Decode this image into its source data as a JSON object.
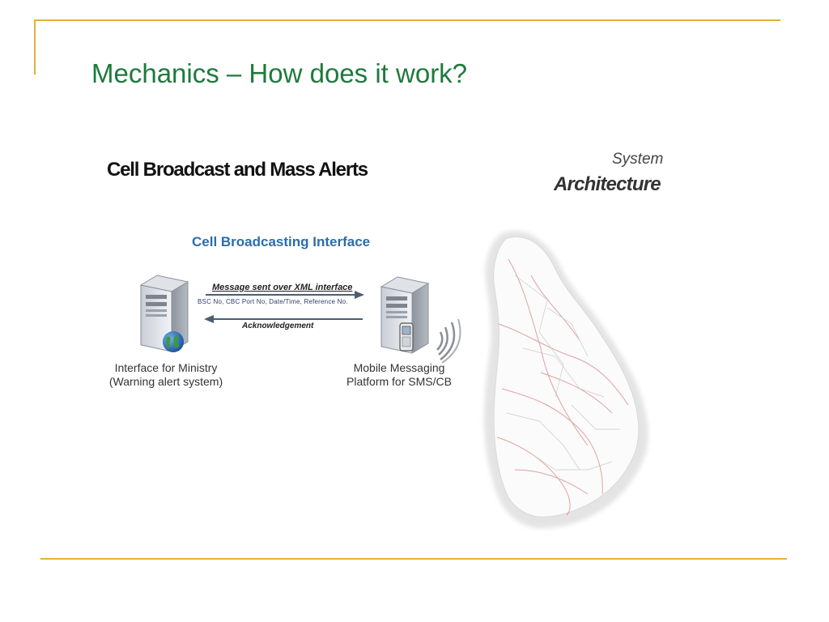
{
  "slide": {
    "title": "Mechanics – How does it work?"
  },
  "diagram": {
    "title": "Cell Broadcast and Mass Alerts",
    "architecture_heading": {
      "line1": "System",
      "line2": "Architecture"
    },
    "interface_title": "Cell Broadcasting Interface",
    "arrow_forward_label": "Message sent over XML interface",
    "arrow_forward_details": "BSC No, CBC Port No, Date/Time, Reference No.",
    "arrow_back_label": "Acknowledgement",
    "nodes": {
      "ministry": {
        "line1": "Interface for Ministry",
        "line2": "(Warning alert system)"
      },
      "platform": {
        "line1": "Mobile Messaging",
        "line2": "Platform for SMS/CB"
      }
    }
  },
  "colors": {
    "accent_frame": "#e2b13c",
    "title_green": "#1e7a3c",
    "interface_blue": "#2c6ea8"
  },
  "icons": [
    "server-icon",
    "globe-icon",
    "mobile-phone-icon",
    "signal-waves-icon",
    "sri-lanka-map"
  ]
}
